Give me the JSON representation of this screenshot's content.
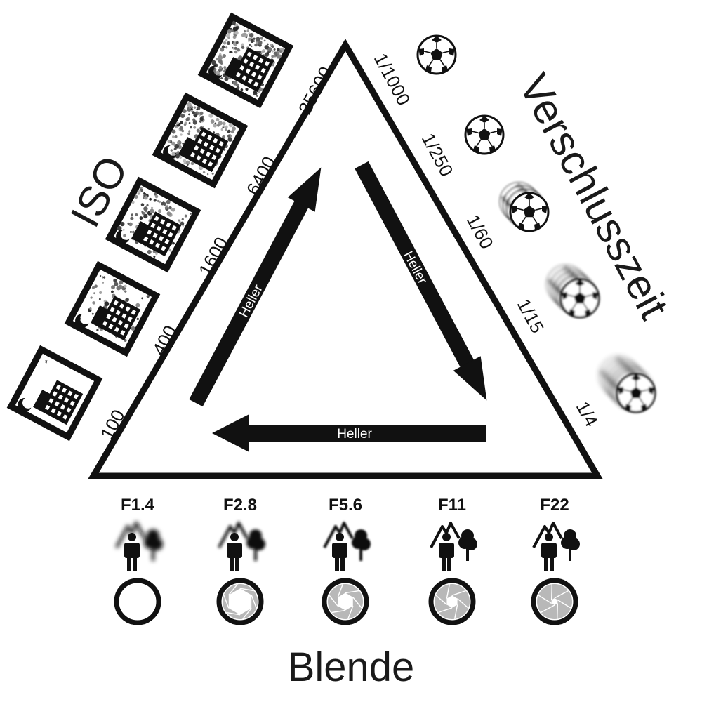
{
  "labels": {
    "iso": "ISO",
    "shutter": "Verschlusszeit",
    "aperture": "Blende"
  },
  "arrows": {
    "left": "Heller",
    "right": "Heller",
    "bottom": "Heller"
  },
  "iso": {
    "values": [
      "100",
      "400",
      "1600",
      "6400",
      "25600"
    ],
    "noise_levels": [
      0.0,
      0.25,
      0.5,
      0.75,
      1.0
    ]
  },
  "shutter": {
    "values": [
      "1/1000",
      "1/250",
      "1/60",
      "1/15",
      "1/4"
    ],
    "blur_levels": [
      0,
      0,
      1,
      2,
      3
    ]
  },
  "aperture": {
    "values": [
      "F1.4",
      "F2.8",
      "F5.6",
      "F11",
      "F22"
    ],
    "background_blur_levels": [
      3,
      2,
      1,
      0,
      0
    ],
    "opening_levels": [
      1.0,
      0.75,
      0.5,
      0.35,
      0.2
    ]
  },
  "colors": {
    "ink": "#111111",
    "text": "#1a1a1a",
    "background": "#ffffff",
    "aperture_blade": "#b8b8b8"
  },
  "icons": {
    "iso_sample": "noisy-city-night-icon",
    "shutter_sample": "soccer-ball-icon",
    "aperture_sample": "person-mountain-tree-icon",
    "aperture_ring": "aperture-icon"
  }
}
